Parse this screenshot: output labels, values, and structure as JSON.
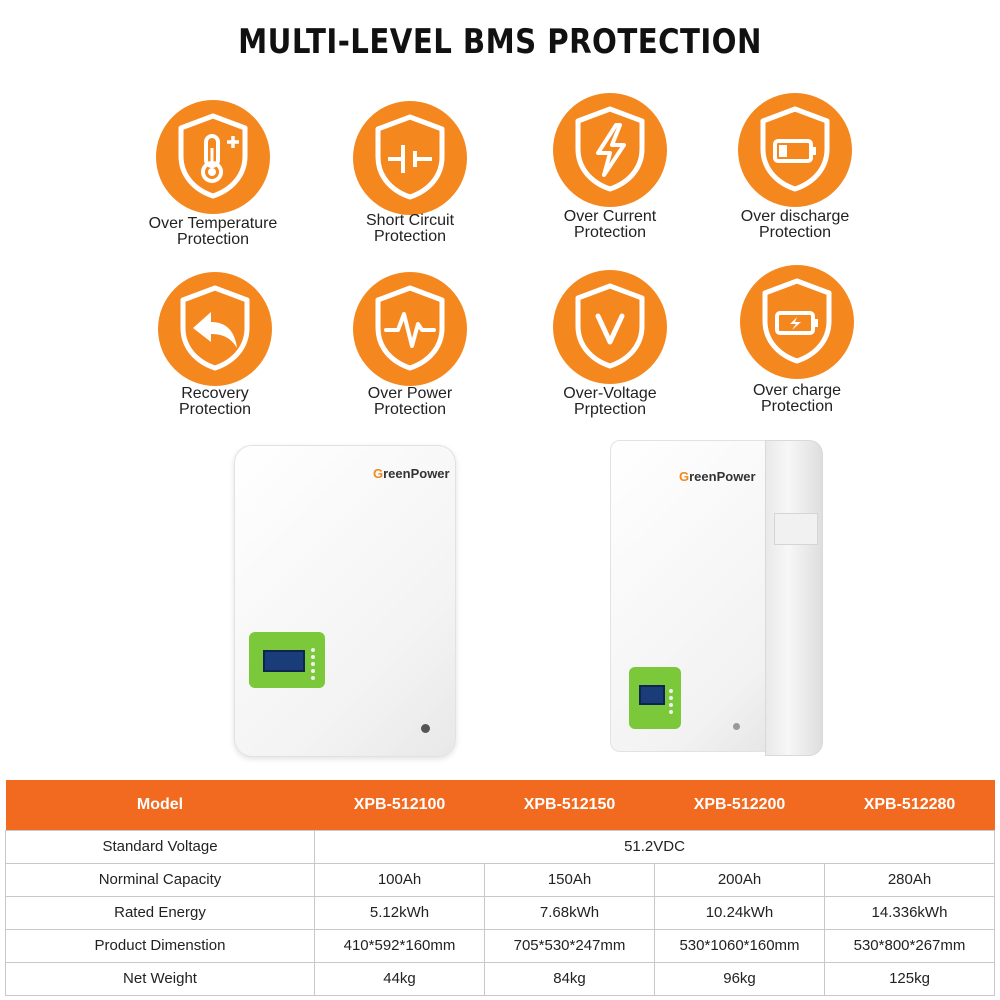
{
  "title": "MULTI-LEVEL BMS PROTECTION",
  "features": [
    {
      "line1": "Over Temperature",
      "line2": "Protection",
      "icon": "thermometer-icon"
    },
    {
      "line1": "Short Circuit",
      "line2": "Protection",
      "icon": "short-circuit-icon"
    },
    {
      "line1": "Over Current",
      "line2": "Protection",
      "icon": "lightning-icon"
    },
    {
      "line1": "Over discharge",
      "line2": "Protection",
      "icon": "battery-low-icon"
    },
    {
      "line1": "Recovery",
      "line2": "Protection",
      "icon": "undo-arrow-icon"
    },
    {
      "line1": "Over Power",
      "line2": "Protection",
      "icon": "pulse-icon"
    },
    {
      "line1": "Over-Voltage",
      "line2": "Prptection",
      "icon": "v-check-icon"
    },
    {
      "line1": "Over charge",
      "line2": "Protection",
      "icon": "battery-charge-icon"
    }
  ],
  "brand": {
    "initial": "G",
    "rest": "reenPower"
  },
  "colors": {
    "accent": "#f5871f",
    "header": "#f26a1f",
    "lcd_panel": "#7bc93a",
    "lcd_screen": "#1a3d7a"
  },
  "table": {
    "header": [
      "Model",
      "XPB-512100",
      "XPB-512150",
      "XPB-512200",
      "XPB-512280"
    ],
    "voltage": {
      "label": "Standard Voltage",
      "value": "51.2VDC"
    },
    "rows": [
      [
        "Norminal Capacity",
        "100Ah",
        "150Ah",
        "200Ah",
        "280Ah"
      ],
      [
        "Rated Energy",
        "5.12kWh",
        "7.68kWh",
        "10.24kWh",
        "14.336kWh"
      ],
      [
        "Product Dimenstion",
        "410*592*160mm",
        "705*530*247mm",
        "530*1060*160mm",
        "530*800*267mm"
      ],
      [
        "Net Weight",
        "44kg",
        "84kg",
        "96kg",
        "125kg"
      ]
    ]
  }
}
